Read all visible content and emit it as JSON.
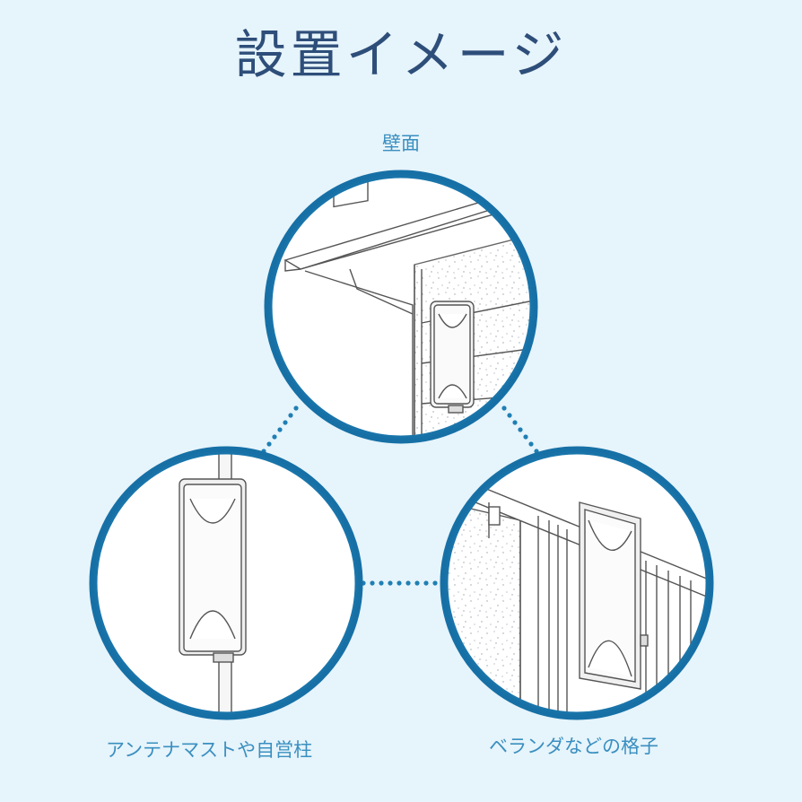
{
  "title": "設置イメージ",
  "labels": {
    "wall": "壁面",
    "mast": "アンテナマストや自営柱",
    "veranda": "ベランダなどの格子"
  },
  "colors": {
    "background": "#e6f4fb",
    "title": "#2e4e7a",
    "label": "#3a8fc0",
    "circle_ring": "#1f7fb3",
    "dots": "#1f7fb3"
  },
  "scenes": [
    {
      "id": "wall",
      "icon": "antenna-on-wall-illustration"
    },
    {
      "id": "mast",
      "icon": "antenna-on-mast-illustration"
    },
    {
      "id": "veranda",
      "icon": "antenna-on-railing-illustration"
    }
  ]
}
